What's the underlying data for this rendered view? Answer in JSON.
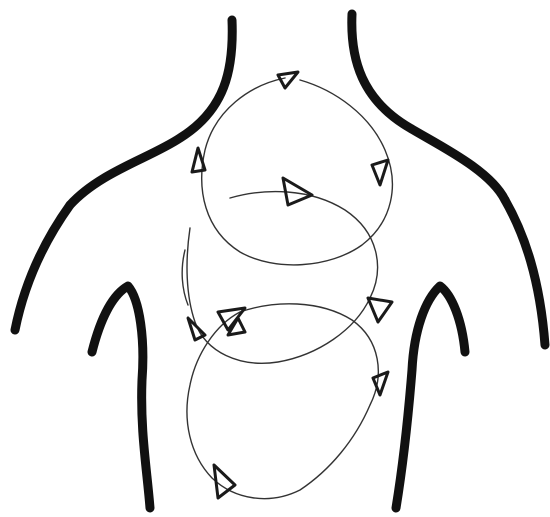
{
  "figure": {
    "description_visible_text": "",
    "colors": {
      "background": "#ffffff",
      "body_outline": "#111111",
      "loop_stroke": "#333333",
      "arrow_stroke": "#1a1a1a"
    },
    "elements": {
      "body_outline": [
        "left-neck",
        "right-neck",
        "left-shoulder",
        "right-shoulder",
        "left-torso-side",
        "right-torso-side"
      ],
      "circulation_loops": 3,
      "flow_arrows": 10
    }
  }
}
